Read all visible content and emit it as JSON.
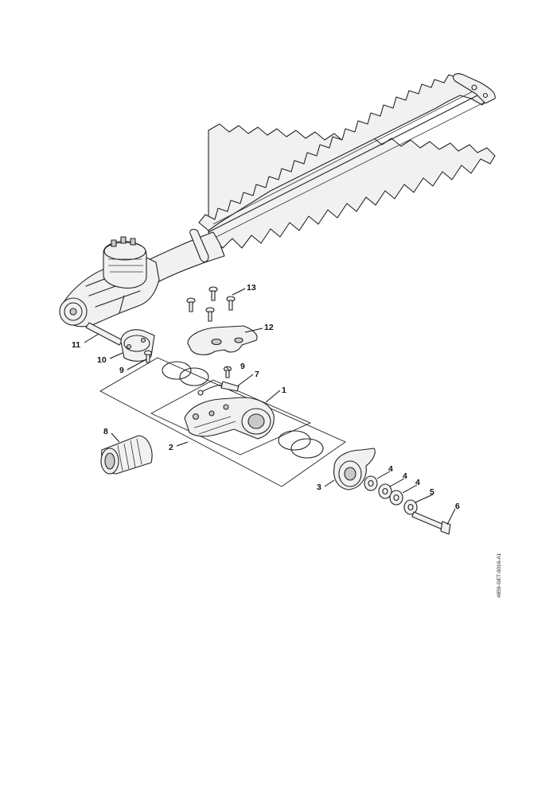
{
  "diagram": {
    "reference_code": "4859-GET-0016-A1",
    "callouts": {
      "c1": "1",
      "c2": "2",
      "c3": "3",
      "c4a": "4",
      "c4b": "4",
      "c4c": "4",
      "c5": "5",
      "c6": "6",
      "c7": "7",
      "c8": "8",
      "c9a": "9",
      "c9b": "9",
      "c10": "10",
      "c11": "11",
      "c12": "12",
      "c13": "13"
    }
  }
}
